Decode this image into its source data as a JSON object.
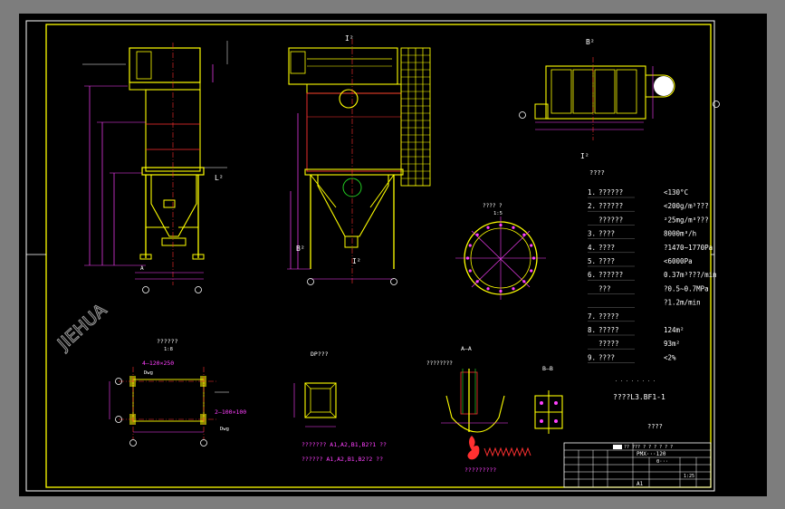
{
  "sheet": {
    "watermark": "JIEHUA",
    "section_top": "I²",
    "section_bottom": "I²",
    "view_top_right": "B²",
    "view_bottom_right": "I²",
    "label_b_ref": "B²",
    "label_l_ref": "L²",
    "tech": {
      "heading": "????",
      "items": [
        {
          "num": "1.",
          "label": "??????",
          "value": "<130°C"
        },
        {
          "num": "2.",
          "label": "??????",
          "value": "<200g/m³???"
        },
        {
          "num": "",
          "label": "??????",
          "value": "²25mg/m³???"
        },
        {
          "num": "3.",
          "label": "????",
          "value": "8000m³/h"
        },
        {
          "num": "4.",
          "label": "????",
          "value": "?1470~1770Pa"
        },
        {
          "num": "5.",
          "label": "????",
          "value": "<6000Pa"
        },
        {
          "num": "6.",
          "label": "??????",
          "value": "0.37m³???/min"
        },
        {
          "num": "",
          "label": "???",
          "value": "?0.5~0.7MPa"
        },
        {
          "num": "",
          "label": "",
          "value": "?1.2m/min"
        },
        {
          "num": "7.",
          "label": "?????",
          "value": ""
        },
        {
          "num": "8.",
          "label": "?????",
          "value": "124m²"
        },
        {
          "num": "",
          "label": "?????",
          "value": "93m²"
        },
        {
          "num": "9.",
          "label": "????",
          "value": "<2%"
        }
      ]
    },
    "model": "????L3.BF1-1",
    "note_title": "????",
    "circle_view_title": "???? ?",
    "circle_view_scale": "1:5",
    "plan_title": "??????",
    "plan_scale": "1:8",
    "plan_dim_1": "4—120×250",
    "plan_dim_2": "2—100×100",
    "plan_label_1": "Dwg",
    "plan_label_2": "Dwg",
    "small_view_title": "DP???",
    "section_aa": "A—A",
    "section_aa_title": "????????",
    "section_bb": "B—B",
    "drawing_ref_1": "??????? A1,A2,B1,B2?1 ??",
    "drawing_ref_2": "?????? A1,A2,B1,B2?2 ??",
    "drawing_ref_3": "?????????",
    "title_block": {
      "code": "PMX···120",
      "drawing_no": "0···",
      "sheet_size": "A1",
      "scale_label": "1:25",
      "company": "?? ??? ? ? ? ? ? ?"
    }
  }
}
